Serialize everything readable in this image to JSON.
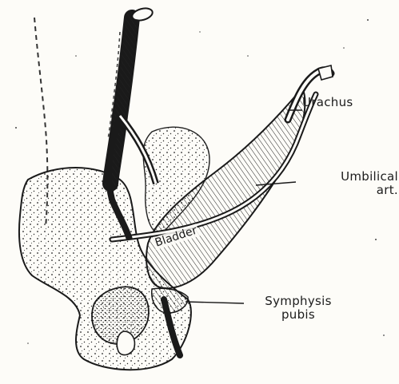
{
  "labels": {
    "urachus": "Urachus",
    "umbilical_line1": "Umbilical",
    "umbilical_line2": "art.",
    "symphysis_line1": "Symphysis",
    "symphysis_line2": "pubis",
    "bladder": "Bladder"
  },
  "colors": {
    "ink": "#1c1c1c",
    "paper": "#fdfcf8"
  }
}
